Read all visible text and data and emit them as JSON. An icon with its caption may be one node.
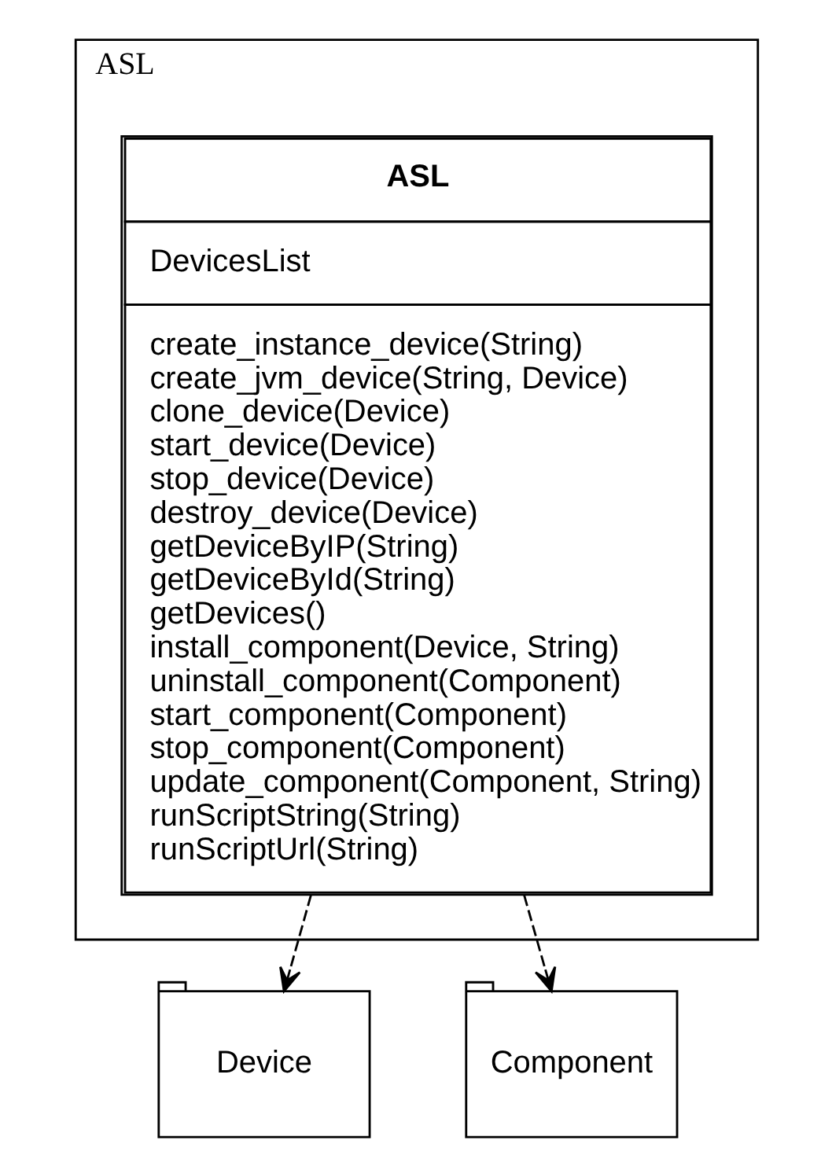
{
  "diagram": {
    "nodes": [
      {
        "text": [
          "ASL"
        ]
      },
      {
        "text": [
          "ASL",
          "DevicesList",
          "create_instance_device(String)",
          "create_jvm_device(String, Device)",
          "clone_device(Device)",
          "start_device(Device)",
          "stop_device(Device)",
          "destroy_device(Device)",
          "getDeviceByIP(String)",
          "getDeviceById(String)",
          "getDevices()",
          "install_component(Device, String)",
          "uninstall_component(Component)",
          "start_component(Component)",
          "stop_component(Component)",
          "update_component(Component, String)",
          "runScriptString(String)",
          "runScriptUrl(String)"
        ],
        "in": 0
      },
      {
        "text": [
          "Device"
        ]
      },
      {
        "text": [
          "Component"
        ]
      }
    ],
    "edges": [
      {
        "from": 1,
        "to": 2,
        "arrow": "to",
        "style": "dashed"
      },
      {
        "from": 1,
        "to": 3,
        "arrow": "to",
        "style": "dashed"
      }
    ]
  }
}
